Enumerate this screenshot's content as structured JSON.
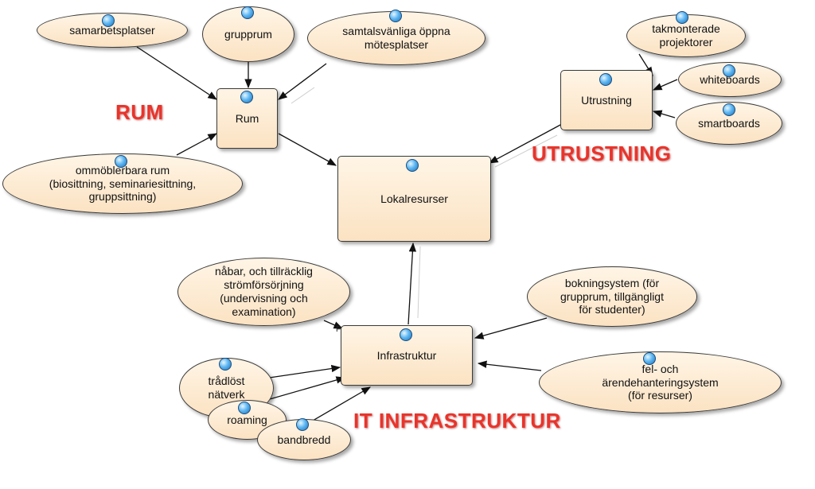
{
  "nodes": {
    "samarbetsplatser": "samarbetsplatser",
    "grupprum": "grupprum",
    "samtalsvanliga": "samtalsvänliga öppna\nmötesplatser",
    "rum": "Rum",
    "ommoblerbara": "ommöblerbara rum\n(biosittning, seminariesittning,\ngruppsittning)",
    "lokalresurser": "Lokalresurser",
    "utrustning": "Utrustning",
    "takmonterade": "takmonterade\nprojektorer",
    "whiteboards": "whiteboards",
    "smartboards": "smartboards",
    "infrastruktur": "Infrastruktur",
    "strom": "nåbar, och tillräcklig\nströmförsörjning\n(undervisning och\nexamination)",
    "bokning": "bokningsystem (för\ngrupprum, tillgängligt\nför studenter)",
    "felhantering": "fel- och\närendehanteringsystem\n(för resurser)",
    "tradlost": "trådlöst\nnätverk",
    "roaming": "roaming",
    "bandbredd": "bandbredd"
  },
  "categories": {
    "rum": "RUM",
    "utrustning": "UTRUSTNING",
    "it": "IT INFRASTRUKTUR"
  },
  "colors": {
    "node_fill_top": "#fff5e6",
    "node_fill_bottom": "#fbe2c2",
    "category": "#e8342b",
    "dot": "#5db7f2"
  }
}
